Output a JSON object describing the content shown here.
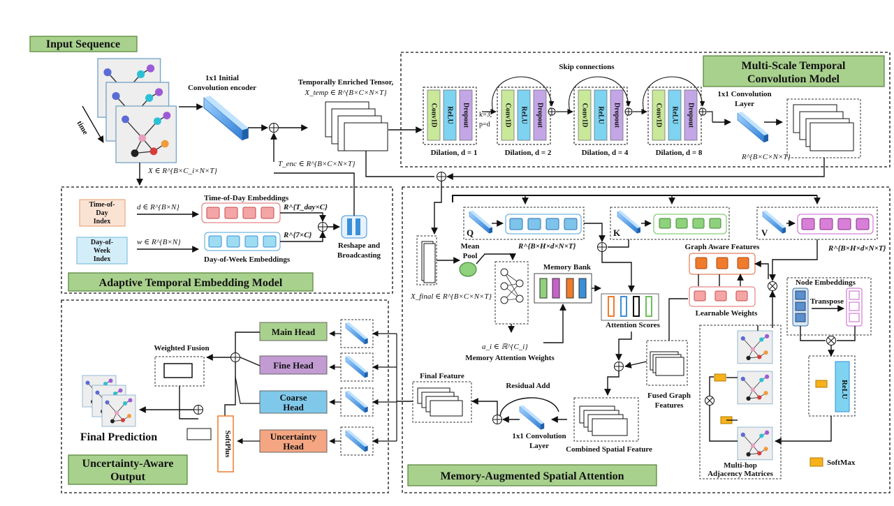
{
  "titles": {
    "input_sequence": "Input Sequence",
    "multi_scale": "Multi-Scale Temporal Convolution Model",
    "adaptive": "Adaptive Temporal Embedding Model",
    "memory": "Memory-Augmented Spatial Attention",
    "uncertainty": "Uncertainty-Aware Output"
  },
  "input": {
    "time_label": "time",
    "x_formula": "X ∈ R^{B×C_i×N×T}"
  },
  "encoder": {
    "label_line1": "1x1 Initial",
    "label_line2": "Convolution encoder"
  },
  "temporal_tensor": {
    "label_line1": "Temporally Enriched Tensor,",
    "formula": "X_temp ∈ R^{B×C×N×T}"
  },
  "tenc_formula": "T_enc ∈ R^{B×C×N×T}",
  "tcn": {
    "skip_label": "Skip connections",
    "layers": [
      "Conv1D",
      "ReLU",
      "Dropout"
    ],
    "kernel_note": [
      "k=3,",
      "p=d"
    ],
    "dilations": [
      "Dilation, d = 1",
      "Dilation, d = 2",
      "Dilation, d = 4",
      "Dilation, d = 8"
    ],
    "conv_label_line1": "1x1 Convolution",
    "conv_label_line2": "Layer",
    "out_formula": "R^{B×C×N×T}"
  },
  "embedding": {
    "tod_index": [
      "Time-of-",
      "Day",
      "Index"
    ],
    "dow_index": [
      "Day-of-",
      "Week",
      "Index"
    ],
    "d_formula": "d ∈ R^{B×N}",
    "w_formula": "w ∈ R^{B×N}",
    "tod_label": "Time-of-Day Embeddings",
    "dow_label": "Day-of-Week Embeddings",
    "tod_dim": "R^{T_day×C}",
    "dow_dim": "R^{7×C}",
    "reshape_line1": "Reshape and",
    "reshape_line2": "Broadcasting"
  },
  "attention": {
    "q": "Q",
    "k": "K",
    "v": "V",
    "qk_dim": "R^{B×H×d×N×T}",
    "v_dim": "R^{B×H×d×N×T}",
    "x_final": "X_final ∈ R^{B×C×N×T}",
    "mean_pool": [
      "Mean",
      "Pool"
    ],
    "memory_bank": "Memory Bank",
    "ai_formula": "a_i ∈ ℝ^{C_i}",
    "memory_weights": "Memory Attention Weights",
    "attention_scores": "Attention Scores",
    "graph_aware": "Graph Aware Features",
    "learnable_weights": "Learnable Weights",
    "node_embeddings": "Node Embeddings",
    "transpose": "Transpose",
    "relu": "ReLU",
    "fused_graph": [
      "Fused Graph",
      "Features"
    ],
    "multi_hop": [
      "Multi-hop",
      "Adjacency Matrices"
    ],
    "softmax_legend": "SoftMax",
    "final_feature": "Final Feature",
    "residual_add": "Residual Add",
    "conv_line1": "1x1 Convolution",
    "conv_line2": "Layer",
    "combined": "Combined Spatial Feature"
  },
  "output": {
    "heads": [
      {
        "line1": "Main Head",
        "line2": "",
        "color": "#a9d18e"
      },
      {
        "line1": "Fine Head",
        "line2": "",
        "color": "#c39bd3"
      },
      {
        "line1": "Coarse",
        "line2": "Head",
        "color": "#7fc8ea"
      },
      {
        "line1": "Uncertainty",
        "line2": "Head",
        "color": "#f4a582"
      }
    ],
    "weighted_fusion": "Weighted Fusion",
    "softplus": "SoftPlus",
    "final_prediction": "Final Prediction"
  },
  "colors": {
    "title_green": "#a9d18e",
    "conv1d": "#c9e89a",
    "relu": "#7ed3f0",
    "dropout": "#c3a6e6",
    "tod": "#f4a6a6",
    "dow": "#9edcf2",
    "q_block": "#7ec4ea",
    "k_block": "#8fd17c",
    "v_block": "#d87fd8",
    "orange": "#f07b2c",
    "softmax": "#f7b21b",
    "blue_bar": "#3a8fd8"
  }
}
